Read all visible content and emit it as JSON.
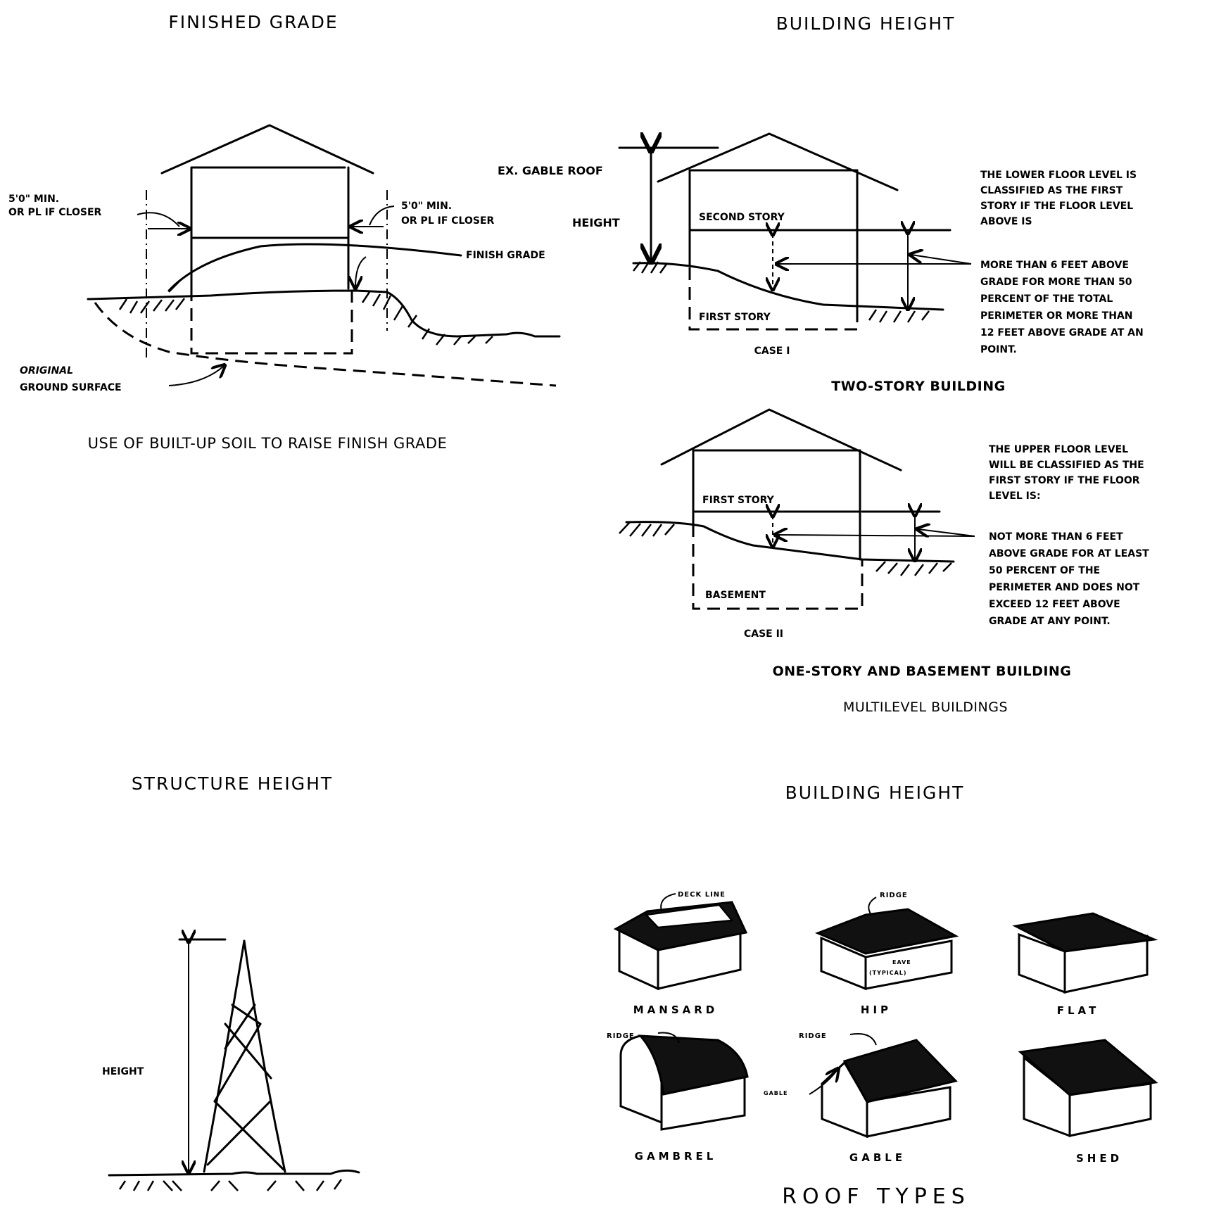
{
  "panels": {
    "finished_grade": {
      "title": "FINISHED GRADE",
      "caption": "USE OF BUILT-UP SOIL TO RAISE FINISH GRADE",
      "labels": {
        "left_setback_line1": "5'0\" MIN.",
        "left_setback_line2": "OR PL IF CLOSER",
        "right_setback_line1": "5'0\" MIN.",
        "right_setback_line2": "OR PL IF CLOSER",
        "finish_grade": "FINISH GRADE",
        "original_line1": "ORIGINAL",
        "original_line2": "GROUND SURFACE"
      }
    },
    "building_height_multilevel": {
      "title": "BUILDING HEIGHT",
      "case1": {
        "height_label_line1": "EX. GABLE ROOF",
        "height_label_line2": "HEIGHT",
        "upper_story": "SECOND STORY",
        "lower_story": "FIRST STORY",
        "case_label": "CASE I",
        "caption": "TWO-STORY BUILDING",
        "note_intro": [
          "THE LOWER FLOOR LEVEL IS",
          "CLASSIFIED AS THE FIRST",
          "STORY IF THE FLOOR LEVEL",
          "ABOVE IS"
        ],
        "note_condition": [
          "MORE THAN 6 FEET ABOVE",
          "GRADE FOR MORE THAN 50",
          "PERCENT OF THE TOTAL",
          "PERIMETER OR MORE THAN",
          "12 FEET ABOVE GRADE AT AN",
          "POINT."
        ]
      },
      "case2": {
        "upper_story": "FIRST STORY",
        "lower_story": "BASEMENT",
        "case_label": "CASE II",
        "caption": "ONE-STORY AND BASEMENT BUILDING",
        "note_intro": [
          "THE UPPER FLOOR LEVEL",
          "WILL BE CLASSIFIED AS THE",
          "FIRST STORY IF THE FLOOR",
          "LEVEL IS:"
        ],
        "note_condition": [
          "NOT MORE THAN 6 FEET",
          "ABOVE GRADE FOR AT LEAST",
          "50 PERCENT OF THE",
          "PERIMETER AND DOES NOT",
          "EXCEED 12 FEET ABOVE",
          "GRADE AT ANY POINT."
        ]
      },
      "section_caption": "MULTILEVEL BUILDINGS"
    },
    "structure_height": {
      "title": "STRUCTURE HEIGHT",
      "height_label": "HEIGHT"
    },
    "building_height_roofs": {
      "title": "BUILDING HEIGHT",
      "caption": "ROOF TYPES",
      "roofs": [
        {
          "name": "MANSARD",
          "callout": "DECK LINE"
        },
        {
          "name": "HIP",
          "callout": "RIDGE",
          "callout2_line1": "EAVE",
          "callout2_line2": "(TYPICAL)"
        },
        {
          "name": "FLAT"
        },
        {
          "name": "GAMBREL",
          "callout": "RIDGE"
        },
        {
          "name": "GABLE",
          "callout": "RIDGE",
          "callout2_line1": "GABLE"
        },
        {
          "name": "SHED"
        }
      ]
    }
  }
}
